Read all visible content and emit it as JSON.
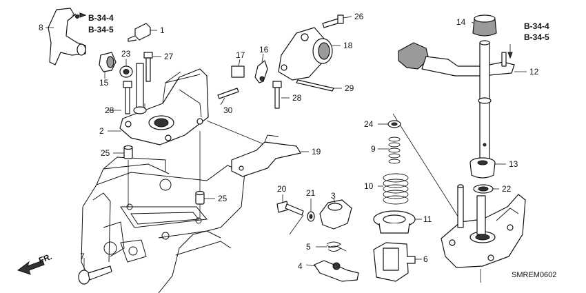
{
  "diagram_code": "SMREM0602",
  "direction_label": "FR.",
  "references": [
    "B-34-4",
    "B-34-5",
    "B-34-4",
    "B-34-5"
  ],
  "callouts": [
    "1",
    "2",
    "3",
    "4",
    "5",
    "6",
    "7",
    "8",
    "9",
    "10",
    "11",
    "12",
    "13",
    "14",
    "15",
    "16",
    "17",
    "18",
    "19",
    "20",
    "21",
    "22",
    "23",
    "24",
    "25",
    "25",
    "26",
    "27",
    "28",
    "28",
    "29",
    "30"
  ]
}
